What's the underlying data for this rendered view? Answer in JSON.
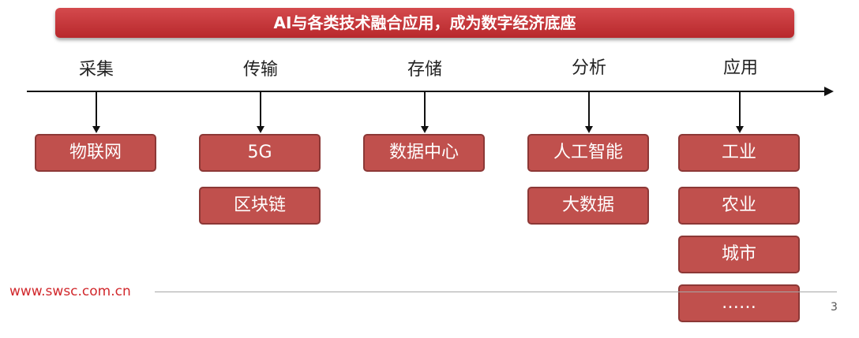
{
  "title": "AI与各类技术融合应用，成为数字经济底座",
  "stages": [
    {
      "label": "采集",
      "items": [
        "物联网"
      ]
    },
    {
      "label": "传输",
      "items": [
        "5G",
        "区块链"
      ]
    },
    {
      "label": "存储",
      "items": [
        "数据中心"
      ]
    },
    {
      "label": "分析",
      "items": [
        "人工智能",
        "大数据"
      ]
    },
    {
      "label": "应用",
      "items": [
        "工业",
        "农业",
        "城市",
        "……"
      ]
    }
  ],
  "footer": {
    "url": "www.swsc.com.cn",
    "page": "3"
  },
  "colors": {
    "banner": "#c0393b",
    "box_fill": "#c0504d",
    "box_border": "#8c3836",
    "footer_text": "#d1282c"
  }
}
